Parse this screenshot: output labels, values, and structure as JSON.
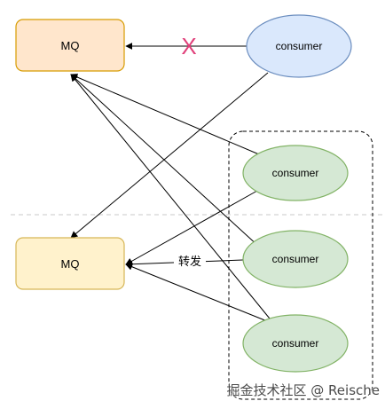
{
  "mq_top": {
    "label": "MQ",
    "fill": "#ffe6cc",
    "stroke": "#d79b00"
  },
  "mq_bottom": {
    "label": "MQ",
    "fill": "#fff2cc",
    "stroke": "#d6b656"
  },
  "consumer_top": {
    "label": "consumer",
    "fill": "#dae8fc",
    "stroke": "#6c8ebf"
  },
  "consumers_group": [
    {
      "label": "consumer"
    },
    {
      "label": "consumer"
    },
    {
      "label": "consumer"
    }
  ],
  "consumer_group_style": {
    "fill": "#d5e8d4",
    "stroke": "#82b366"
  },
  "blocked_mark": {
    "text": "X",
    "color": "#e0407a"
  },
  "forward_label": "转发",
  "watermark": "掘金技术社区 @ Reische"
}
